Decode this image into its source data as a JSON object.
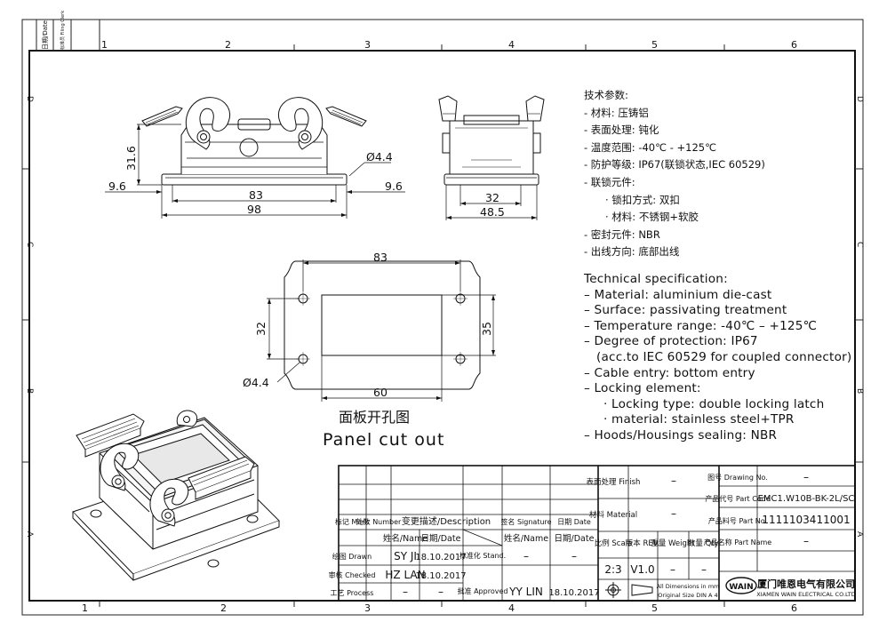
{
  "frame": {
    "columns": [
      "1",
      "2",
      "3",
      "4",
      "5",
      "6"
    ],
    "rows": [
      "D",
      "C",
      "B",
      "A"
    ],
    "corner_labels": [
      "日期/Date",
      "标准员 Filing Clerk"
    ]
  },
  "side_view": {
    "dim_height": "31.6",
    "dim_left_flange": "9.6",
    "dim_right_flange": "9.6",
    "dim_hole": "Ø4.4",
    "dim_pitch": "83",
    "dim_length": "98"
  },
  "end_view": {
    "dim_inner": "32",
    "dim_outer": "48.5"
  },
  "panel": {
    "dim_top": "83",
    "dim_bottom": "60",
    "dim_left": "32",
    "dim_right": "35",
    "dim_hole": "Ø4.4",
    "title_cn": "面板开孔图",
    "title_en": "Panel cut out"
  },
  "spec_cn": {
    "heading": "技术参数:",
    "material": "- 材料: 压铸铝",
    "surface": "- 表面处理: 钝化",
    "temperature": "- 温度范围: -40℃ - +125℃",
    "protection": "- 防护等级: IP67(联锁状态,IEC 60529)",
    "locking": "- 联锁元件:",
    "locking_type": "· 锁扣方式: 双扣",
    "locking_material": "· 材料: 不锈钢+软胶",
    "seal": "- 密封元件: NBR",
    "cable": "- 出线方向: 底部出线"
  },
  "spec_en": {
    "heading": "Technical specification:",
    "material": "– Material: aluminium die-cast",
    "surface": "– Surface: passivating treatment",
    "temperature": "– Temperature range: -40℃ – +125℃",
    "protection": "– Degree of protection: IP67",
    "protection_note": "(acc.to IEC 60529 for coupled connector)",
    "cable": "– Cable entry: bottom entry",
    "locking": "– Locking element:",
    "locking_type": "· Locking type: double locking latch",
    "locking_material": "· material: stainless steel+TPR",
    "seal": "– Hoods/Housings sealing: NBR"
  },
  "title_block": {
    "rev_mark": "标记 Mark",
    "rev_number": "处数 Number",
    "rev_desc": "变更描述/Description",
    "rev_signature": "签名 Signature",
    "rev_date": "日期 Date",
    "col_name": "姓名/Name",
    "col_date": "日期/Date",
    "drawn_label": "绘图 Drawn",
    "drawn_name": "SY JI",
    "drawn_date": "18.10.2017",
    "checked_label": "审核 Checked",
    "checked_name": "HZ LAN",
    "checked_date": "18.10.2017",
    "process_label": "工艺 Process",
    "process_name": "–",
    "process_date": "–",
    "standard_label": "标准化 Stand.",
    "standard_name": "–",
    "standard_date": "–",
    "approved_label": "批准 Approved",
    "approved_name": "YY LIN",
    "approved_date": "18.10.2017",
    "finish_label": "表面处理 Finish",
    "finish_value": "–",
    "material_label": "材料 Material",
    "material_value": "–",
    "scale_label": "比例 Scale",
    "scale_value": "2:3",
    "rev_label": "版本 REV.",
    "rev_value": "V1.0",
    "weight_label": "重量 Weight",
    "weight_value": "–",
    "qty_label": "数量 Qty.",
    "qty_value": "–",
    "dims_note_1": "All Dimensions in mm",
    "dims_note_2": "Original Size DIN A 4",
    "drawing_no_label": "图号 Drawing No.",
    "drawing_no_value": "–",
    "part_code_label": "产品代号 Part Code",
    "part_code_value": "EMC1.W10B-BK-2L/SC",
    "part_no_label": "产品料号 Part No.",
    "part_no_value": "1111103411001",
    "part_name_label": "产品名称 Part Name",
    "part_name_value": "–",
    "logo_text": "WAIN",
    "company_cn": "厦门唯恩电气有限公司",
    "company_en": "XIAMEN WAIN ELECTRICAL CO.LTD"
  }
}
